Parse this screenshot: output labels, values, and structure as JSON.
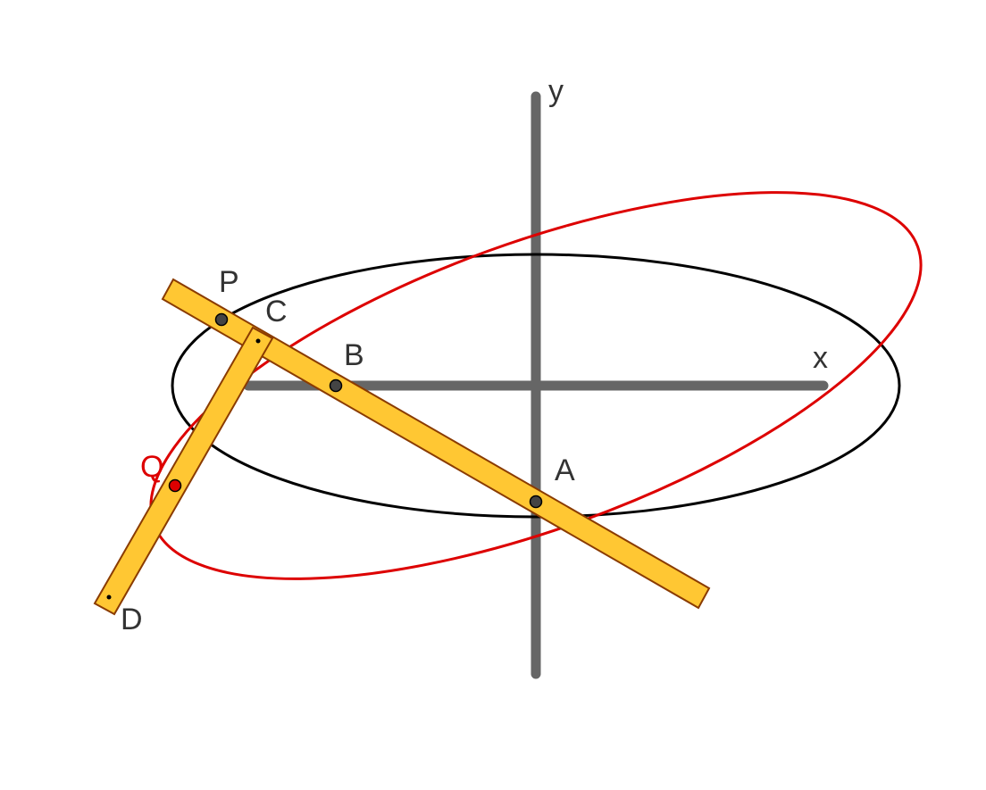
{
  "labels": {
    "y_axis": "y",
    "x_axis": "x",
    "P": "P",
    "C": "C",
    "B": "B",
    "A": "A",
    "Q": "Q",
    "D": "D"
  },
  "colors": {
    "axis": "#666666",
    "black_ellipse": "#000000",
    "red_ellipse": "#dd0000",
    "ruler_fill": "#ffc733",
    "ruler_stroke": "#8a3b00",
    "point_dark": "#444444",
    "point_red": "#dd0000",
    "label_dark": "#333333",
    "label_red": "#dd0000"
  }
}
